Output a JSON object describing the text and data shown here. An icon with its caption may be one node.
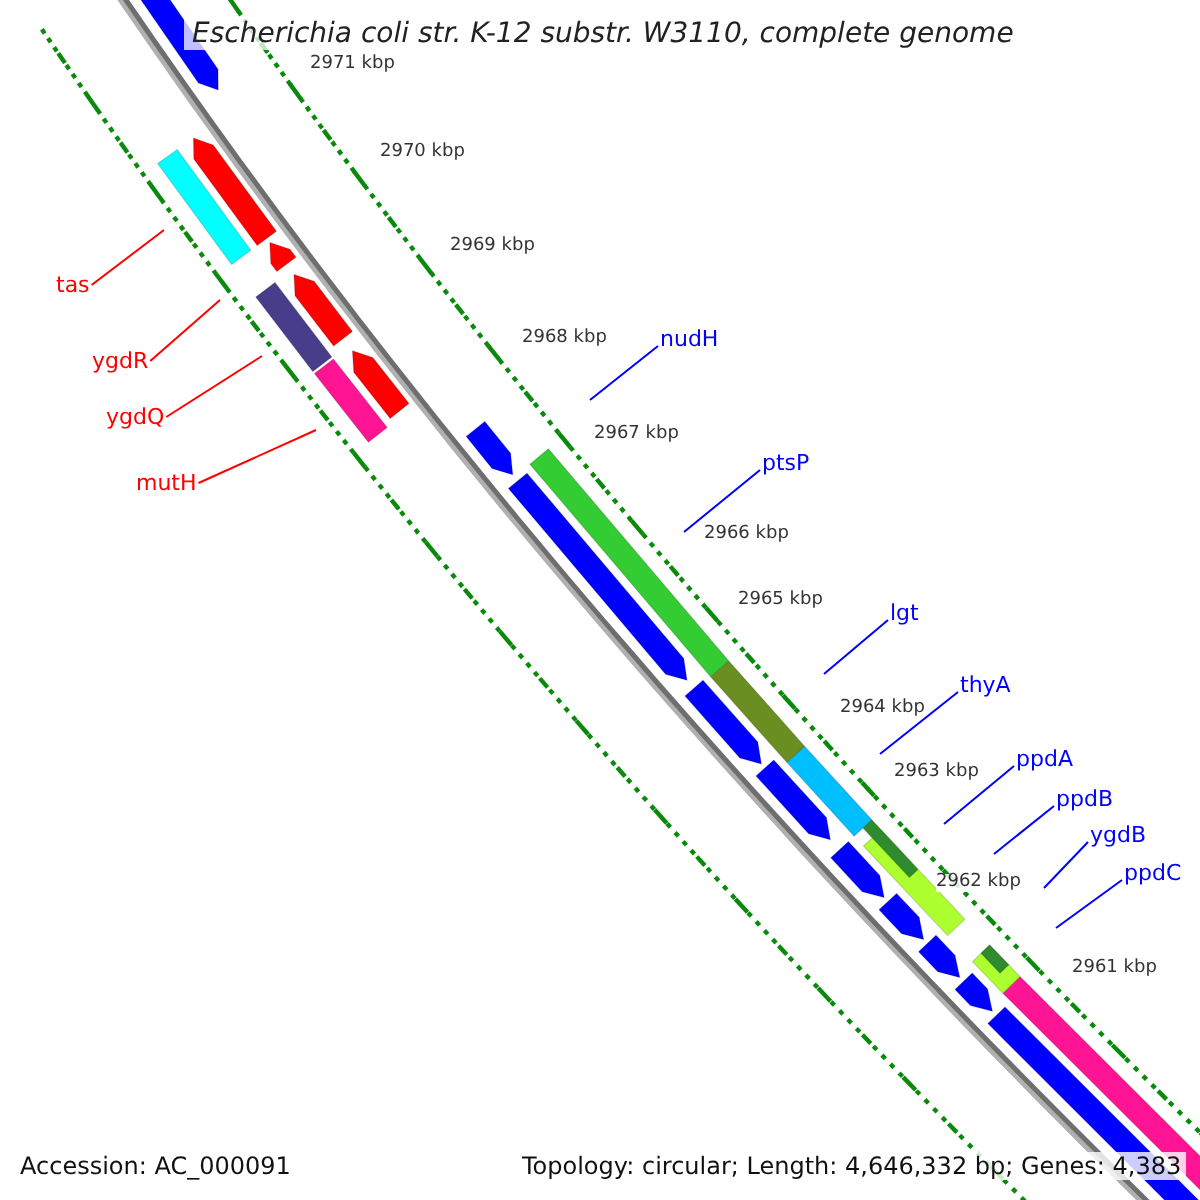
{
  "diagram": {
    "title": "Escherichia coli str. K-12 substr. W3110, complete genome",
    "nodes": [
      {
        "text": [
          "tas"
        ]
      },
      {
        "text": [
          "ygdR"
        ]
      },
      {
        "text": [
          "ygdQ"
        ]
      },
      {
        "text": [
          "mutH"
        ]
      },
      {
        "text": [
          "nudH"
        ]
      },
      {
        "text": [
          "ptsP"
        ]
      },
      {
        "text": [
          "lgt"
        ]
      },
      {
        "text": [
          "thyA"
        ]
      },
      {
        "text": [
          "ppdA"
        ]
      },
      {
        "text": [
          "ppdB"
        ]
      },
      {
        "text": [
          "ygdB"
        ]
      },
      {
        "text": [
          "ppdC"
        ]
      }
    ],
    "edges": [
      {
        "from": 0,
        "to": null,
        "arrow": "none",
        "color": "#ff0000"
      },
      {
        "from": 1,
        "to": null,
        "arrow": "none",
        "color": "#ff0000"
      },
      {
        "from": 2,
        "to": null,
        "arrow": "none",
        "color": "#ff0000"
      },
      {
        "from": 3,
        "to": null,
        "arrow": "none",
        "color": "#ff0000"
      },
      {
        "from": 4,
        "to": null,
        "arrow": "none"
      },
      {
        "from": 5,
        "to": null,
        "arrow": "none"
      },
      {
        "from": 6,
        "to": null,
        "arrow": "none"
      },
      {
        "from": 7,
        "to": null,
        "arrow": "none"
      },
      {
        "from": 8,
        "to": null,
        "arrow": "none"
      },
      {
        "from": 9,
        "to": null,
        "arrow": "none"
      },
      {
        "from": 10,
        "to": null,
        "arrow": "none"
      },
      {
        "from": 11,
        "to": null,
        "arrow": "none"
      }
    ],
    "labels": [
      "2971 kbp",
      "2970 kbp",
      "2969 kbp",
      "2968 kbp",
      "2967 kbp",
      "2966 kbp",
      "2965 kbp",
      "2964 kbp",
      "2963 kbp",
      "2962 kbp",
      "2961 kbp",
      "Accession: AC_000091",
      "Topology: circular; Length: 4,646,332 bp; Genes: 4,383"
    ]
  }
}
